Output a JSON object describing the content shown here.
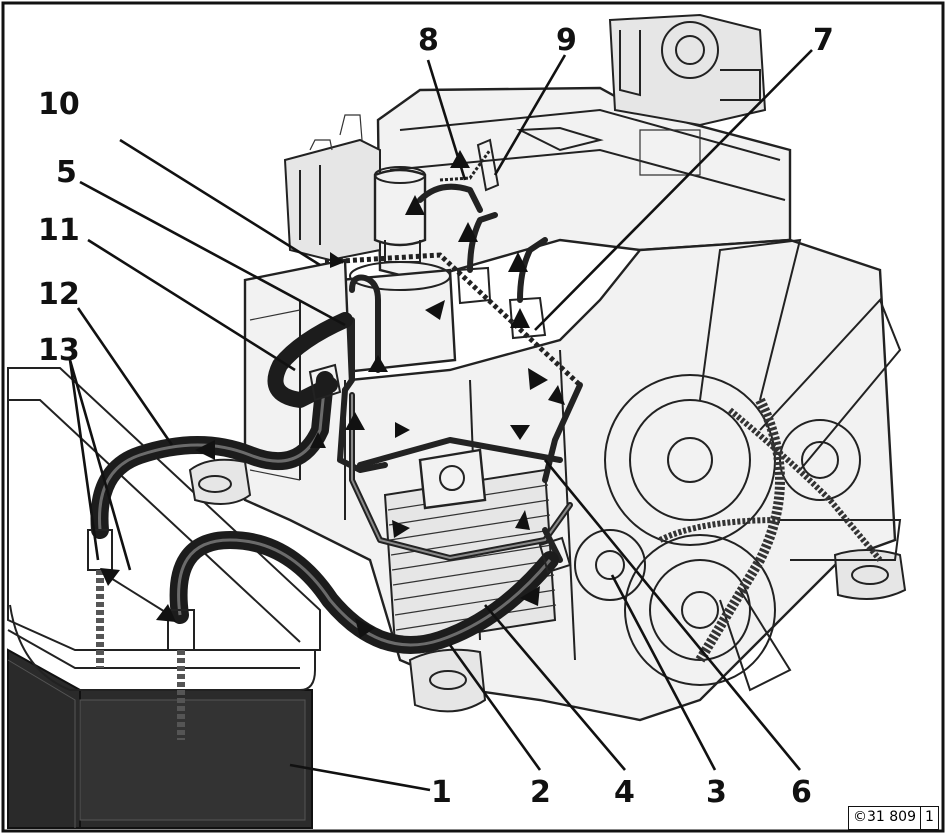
{
  "callouts": [
    {
      "id": "1",
      "label": "1"
    },
    {
      "id": "2",
      "label": "2"
    },
    {
      "id": "3",
      "label": "3"
    },
    {
      "id": "4",
      "label": "4"
    },
    {
      "id": "5",
      "label": "5"
    },
    {
      "id": "6",
      "label": "6"
    },
    {
      "id": "7",
      "label": "7"
    },
    {
      "id": "8",
      "label": "8"
    },
    {
      "id": "9",
      "label": "9"
    },
    {
      "id": "10",
      "label": "10"
    },
    {
      "id": "11",
      "label": "11"
    },
    {
      "id": "12",
      "label": "12"
    },
    {
      "id": "13",
      "label": "13"
    }
  ],
  "reference": {
    "code": "©31 809",
    "sheet": "1"
  }
}
